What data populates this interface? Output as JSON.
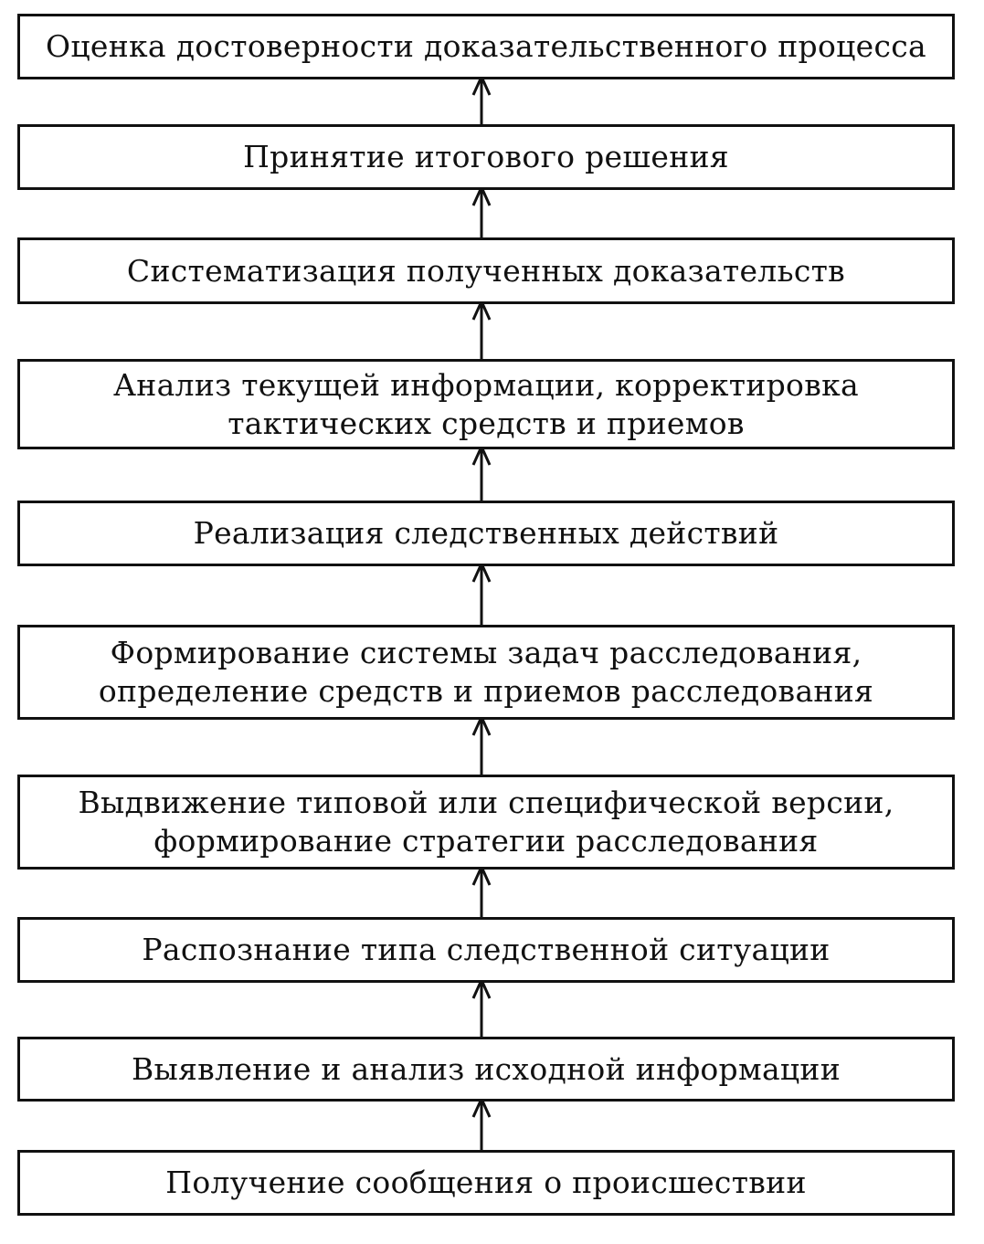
{
  "steps": [
    {
      "text": "Оценка достоверности доказательственного процесса"
    },
    {
      "text": "Принятие итогового решения"
    },
    {
      "text": "Систематизация полученных доказательств"
    },
    {
      "line1": "Анализ текущей информации, корректировка",
      "line2": "тактических средств и приемов"
    },
    {
      "text": "Реализация следственных действий"
    },
    {
      "line1": "Формирование системы задач расследования,",
      "line2": "определение средств и приемов расследования"
    },
    {
      "line1": "Выдвижение типовой или специфической версии,",
      "line2": "формирование стратегии расследования"
    },
    {
      "text": "Распознание типа следственной ситуации"
    },
    {
      "text": "Выявление и анализ исходной информации"
    },
    {
      "text": "Получение сообщения о происшествии"
    }
  ]
}
